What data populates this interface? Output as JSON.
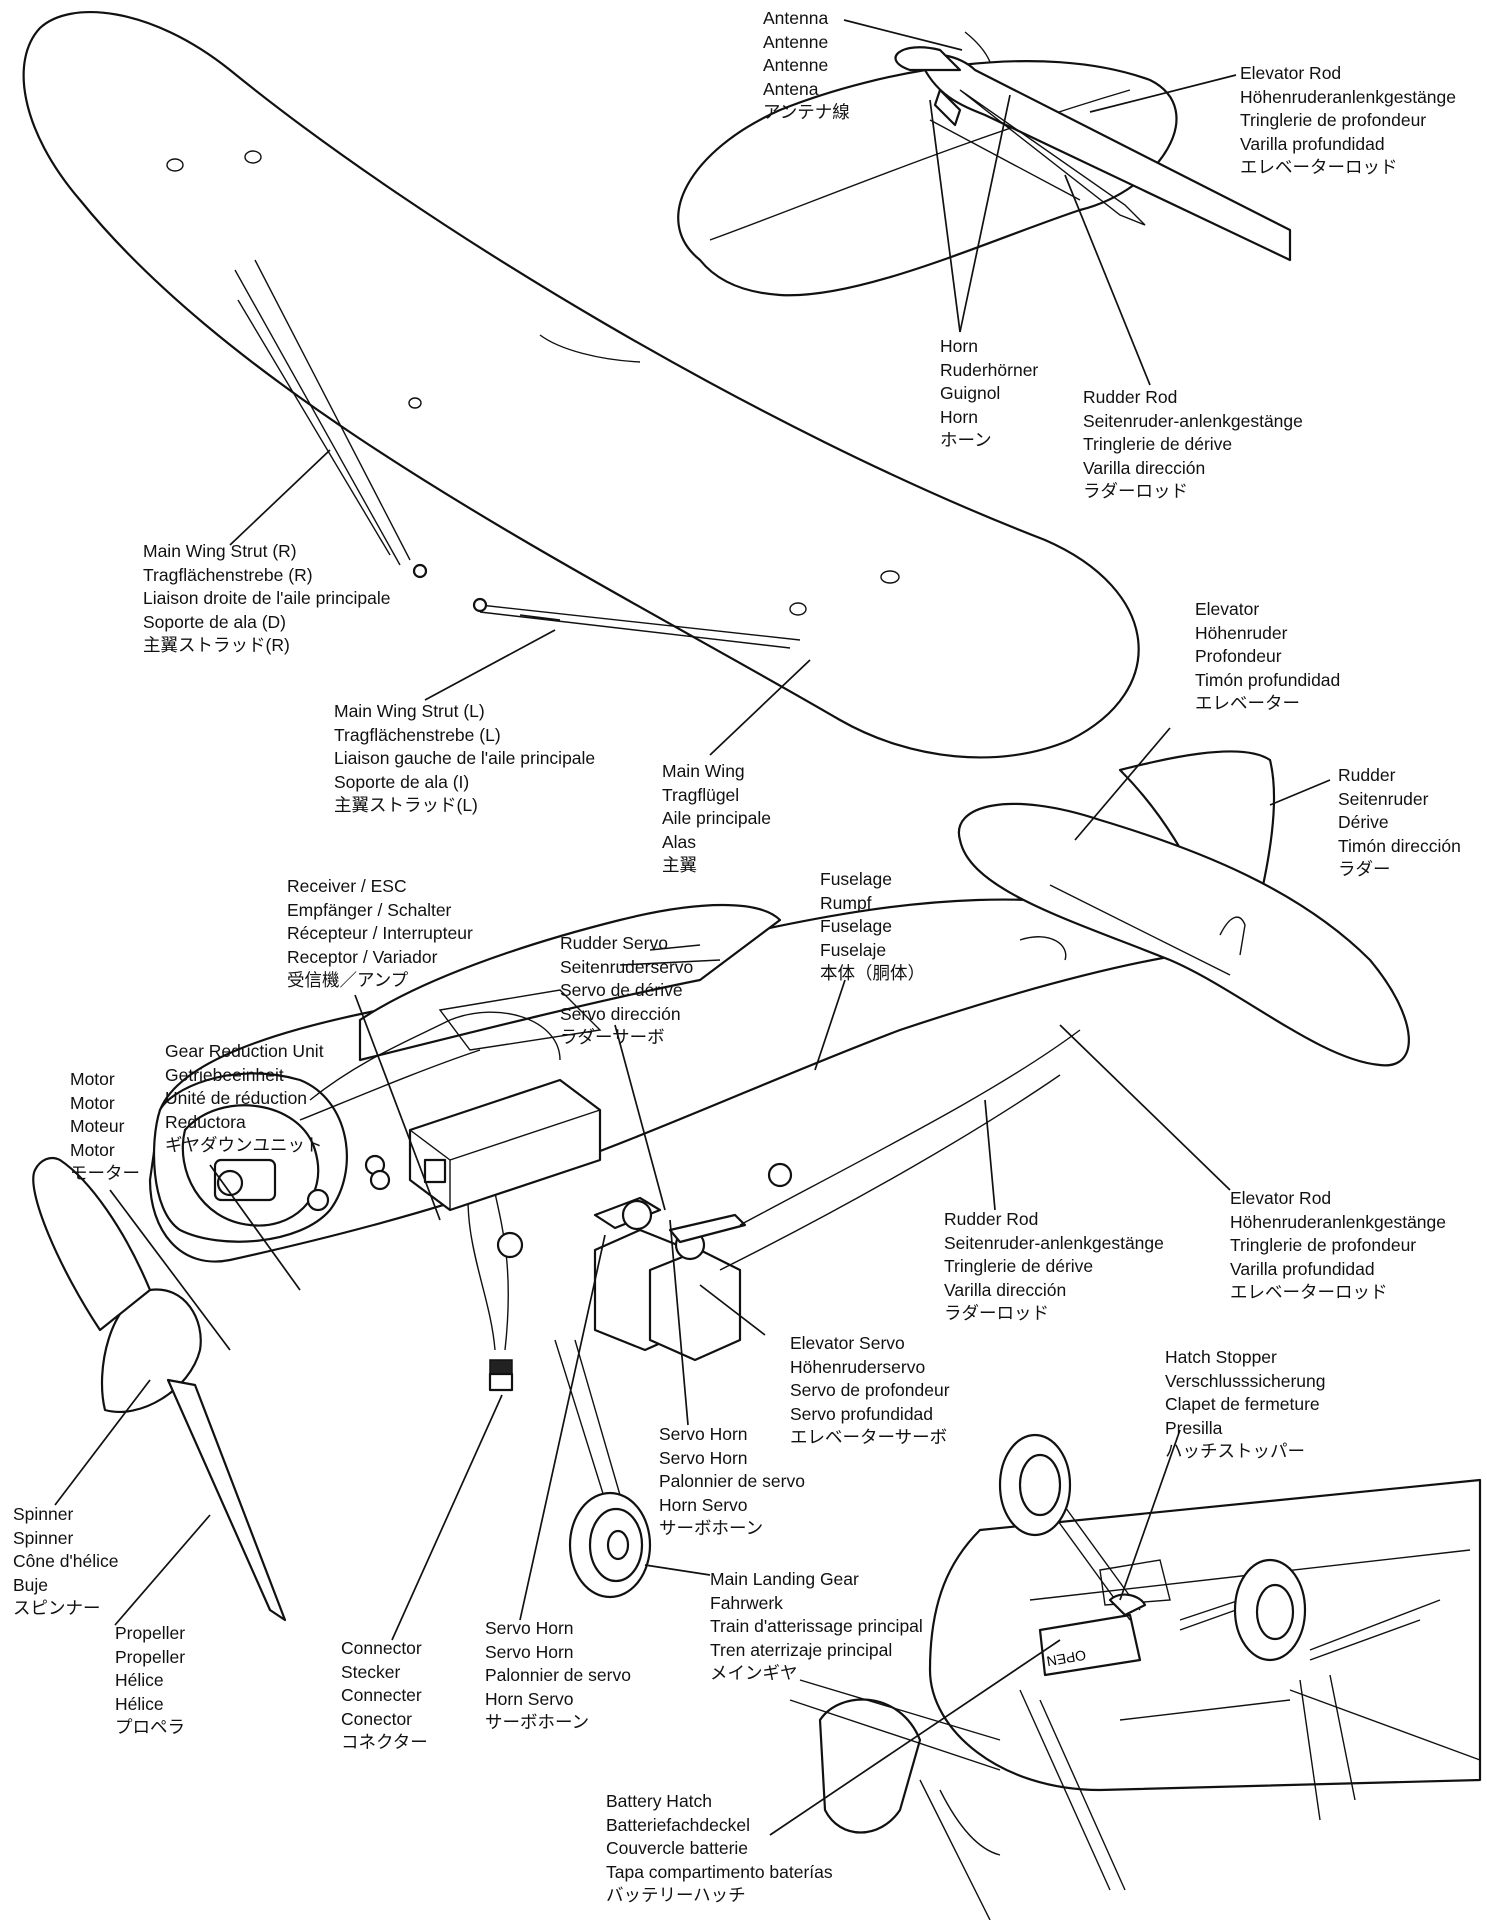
{
  "labels": [
    {
      "id": "antenna",
      "lines": [
        "Antenna",
        "Antenne",
        "Antenne",
        "Antena",
        "アンテナ線"
      ]
    },
    {
      "id": "elevator_rod_top",
      "lines": [
        "Elevator Rod",
        "Höhenruderanlenkgestänge",
        "Tringlerie de profondeur",
        "Varilla profundidad",
        "エレベーターロッド"
      ]
    },
    {
      "id": "horn",
      "lines": [
        "Horn",
        "Ruderhörner",
        "Guignol",
        "Horn",
        "ホーン"
      ]
    },
    {
      "id": "rudder_rod_top",
      "lines": [
        "Rudder Rod",
        "Seitenruder-anlenkgestänge",
        "Tringlerie de dérive",
        "Varilla dirección",
        "ラダーロッド"
      ]
    },
    {
      "id": "main_wing_strut_r",
      "lines": [
        "Main Wing Strut (R)",
        "Tragflächenstrebe (R)",
        "Liaison droite de l'aile principale",
        "Soporte de ala (D)",
        "主翼ストラッド(R)"
      ]
    },
    {
      "id": "main_wing_strut_l",
      "lines": [
        "Main Wing Strut (L)",
        "Tragflächenstrebe (L)",
        "Liaison gauche de l'aile principale",
        "Soporte de ala (I)",
        "主翼ストラッド(L)"
      ]
    },
    {
      "id": "main_wing",
      "lines": [
        "Main Wing",
        "Tragflügel",
        "Aile principale",
        "Alas",
        "主翼"
      ]
    },
    {
      "id": "elevator",
      "lines": [
        "Elevator",
        "Höhenruder",
        "Profondeur",
        "Timón profundidad",
        "エレベーター"
      ]
    },
    {
      "id": "rudder",
      "lines": [
        "Rudder",
        "Seitenruder",
        "Dérive",
        "Timón dirección",
        "ラダー"
      ]
    },
    {
      "id": "receiver_esc",
      "lines": [
        "Receiver / ESC",
        "Empfänger / Schalter",
        "Récepteur / Interrupteur",
        "Receptor / Variador",
        "受信機／アンプ"
      ]
    },
    {
      "id": "fuselage",
      "lines": [
        "Fuselage",
        "Rumpf",
        "Fuselage",
        "Fuselaje",
        "本体（胴体）"
      ]
    },
    {
      "id": "rudder_servo",
      "lines": [
        "Rudder Servo",
        "Seitenruderservo",
        "Servo de dérive",
        "Servo dirección",
        "ラダーサーボ"
      ]
    },
    {
      "id": "gear_reduction",
      "lines": [
        "Gear Reduction Unit",
        "Getriebeeinheit",
        "Unité de réduction",
        "Reductora",
        "ギヤダウンユニット"
      ]
    },
    {
      "id": "motor",
      "lines": [
        "Motor",
        "Motor",
        "Moteur",
        "Motor",
        "モーター"
      ]
    },
    {
      "id": "rudder_rod_bottom",
      "lines": [
        "Rudder Rod",
        "Seitenruder-anlenkgestänge",
        "Tringlerie de dérive",
        "Varilla dirección",
        "ラダーロッド"
      ]
    },
    {
      "id": "elevator_rod_bottom",
      "lines": [
        "Elevator Rod",
        "Höhenruderanlenkgestänge",
        "Tringlerie de profondeur",
        "Varilla profundidad",
        "エレベーターロッド"
      ]
    },
    {
      "id": "elevator_servo",
      "lines": [
        "Elevator Servo",
        "Höhenruderservo",
        "Servo de profondeur",
        "Servo profundidad",
        "エレベーターサーボ"
      ]
    },
    {
      "id": "hatch_stopper",
      "lines": [
        "Hatch Stopper",
        "Verschlusssicherung",
        "Clapet de fermeture",
        "Presilla",
        "ハッチストッパー"
      ]
    },
    {
      "id": "servo_horn_1",
      "lines": [
        "Servo Horn",
        "Servo Horn",
        "Palonnier de servo",
        "Horn Servo",
        "サーボホーン"
      ]
    },
    {
      "id": "spinner",
      "lines": [
        "Spinner",
        "Spinner",
        "Cône d'hélice",
        "Buje",
        "スピンナー"
      ]
    },
    {
      "id": "propeller",
      "lines": [
        "Propeller",
        "Propeller",
        "Hélice",
        "Hélice",
        "プロペラ"
      ]
    },
    {
      "id": "main_landing_gear",
      "lines": [
        "Main Landing Gear",
        "Fahrwerk",
        "Train d'atterissage principal",
        "Tren aterrizaje principal",
        "メインギヤ"
      ]
    },
    {
      "id": "connector",
      "lines": [
        "Connector",
        "Stecker",
        "Connecter",
        "Conector",
        "コネクター"
      ]
    },
    {
      "id": "servo_horn_2",
      "lines": [
        "Servo Horn",
        "Servo Horn",
        "Palonnier de servo",
        "Horn Servo",
        "サーボホーン"
      ]
    },
    {
      "id": "battery_hatch",
      "lines": [
        "Battery Hatch",
        "Batteriefachdeckel",
        "Couvercle batterie",
        "Tapa compartimento baterías",
        "バッテリーハッチ"
      ]
    }
  ],
  "hatch_marking": "OPEN"
}
